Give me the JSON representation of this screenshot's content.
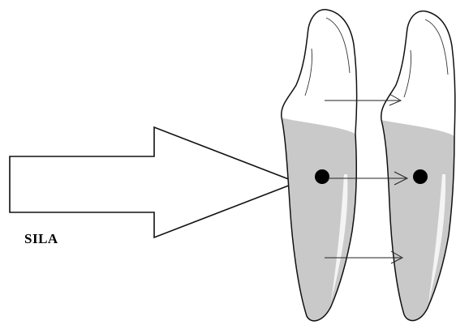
{
  "label": {
    "force": "SILA"
  },
  "colors": {
    "outline": "#111111",
    "crown_fill": "#ffffff",
    "root_fill": "#c9c9c9",
    "highlight": "#f4f4f4",
    "dot": "#000000"
  },
  "icons": {
    "force_arrow": "large-hollow-arrow",
    "center_dot": "filled-circle",
    "movement_arrow": "thin-arrow"
  }
}
